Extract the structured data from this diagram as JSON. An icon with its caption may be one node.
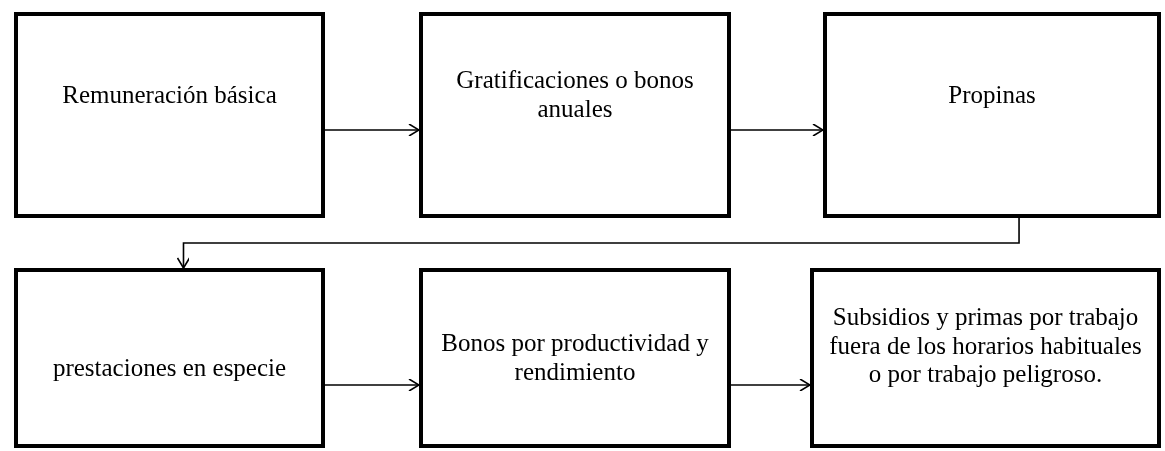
{
  "diagram": {
    "nodes": [
      {
        "text": [
          "Remuneración básica"
        ]
      },
      {
        "text": [
          "Gratificaciones o bonos anuales"
        ]
      },
      {
        "text": [
          "Propinas"
        ]
      },
      {
        "text": [
          "prestaciones en especie"
        ]
      },
      {
        "text": [
          "Bonos por productividad y rendimiento"
        ]
      },
      {
        "text": [
          "Subsidios y primas por trabajo fuera de los horarios habituales o por trabajo peligroso."
        ]
      }
    ],
    "edges": [
      {
        "from": 0,
        "to": 1,
        "arrow": "to"
      },
      {
        "from": 1,
        "to": 2,
        "arrow": "to"
      },
      {
        "from": 2,
        "to": 3,
        "arrow": "to"
      },
      {
        "from": 3,
        "to": 4,
        "arrow": "to"
      },
      {
        "from": 4,
        "to": 5,
        "arrow": "to"
      }
    ]
  }
}
